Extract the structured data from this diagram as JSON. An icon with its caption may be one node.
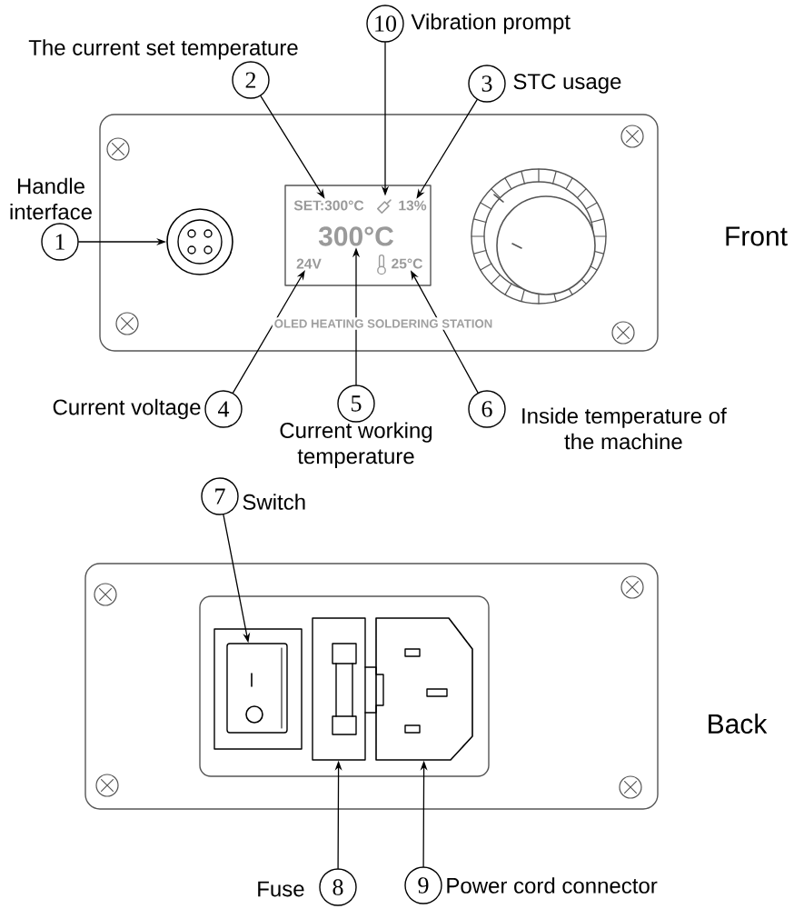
{
  "diagram": {
    "nodes": [
      {
        "text": [
          "10"
        ],
        "beside": [
          "Vibration prompt"
        ]
      },
      {
        "text": [
          "2"
        ],
        "beside": [
          "The current set temperature"
        ]
      },
      {
        "text": [
          "3"
        ],
        "beside": [
          "STC usage"
        ]
      },
      {
        "text": [
          "OLED HEATING SOLDERING STATION"
        ],
        "beside": [
          "Front"
        ]
      },
      {
        "text": [],
        "shape": "circle",
        "in": 3
      },
      {
        "text": [],
        "shape": "box",
        "in": 3
      },
      {
        "text": [
          "SET:300°C"
        ],
        "in": 5
      },
      {
        "text": [],
        "shape": "picture",
        "in": 5
      },
      {
        "text": [
          "13%"
        ],
        "in": 5
      },
      {
        "text": [
          "300°C"
        ],
        "in": 5
      },
      {
        "text": [
          "24V"
        ],
        "in": 5
      },
      {
        "text": [
          "25°C"
        ],
        "in": 5
      },
      {
        "text": [
          "1"
        ],
        "beside": [
          "Handle interface"
        ]
      },
      {
        "text": [
          "4"
        ],
        "beside": [
          "Current voltage"
        ]
      },
      {
        "text": [
          "5"
        ],
        "beside": [
          "Current working temperature"
        ]
      },
      {
        "text": [
          "6"
        ],
        "beside": [
          "Inside temperature of the machine"
        ]
      },
      {
        "text": [
          "7"
        ],
        "beside": [
          "Switch"
        ]
      },
      {
        "text": [],
        "shape": "box",
        "beside": [
          "Back"
        ]
      },
      {
        "text": [],
        "shape": "box",
        "in": 17
      },
      {
        "text": [],
        "shape": "box",
        "in": 18
      },
      {
        "text": [],
        "shape": "box",
        "in": 18
      },
      {
        "text": [],
        "shape": "picture",
        "in": 18
      },
      {
        "text": [
          "8"
        ],
        "beside": [
          "Fuse"
        ]
      },
      {
        "text": [
          "9"
        ],
        "beside": [
          "Power cord connector"
        ]
      }
    ],
    "edges": [
      {
        "from": 0,
        "to": 7,
        "arrow": "to"
      },
      {
        "from": 1,
        "to": 6,
        "arrow": "to"
      },
      {
        "from": 2,
        "to": 8,
        "arrow": "to"
      },
      {
        "from": 12,
        "to": 4,
        "arrow": "to"
      },
      {
        "from": 13,
        "to": 10,
        "arrow": "to"
      },
      {
        "from": 14,
        "to": 9,
        "arrow": "to"
      },
      {
        "from": 15,
        "to": 11,
        "arrow": "to"
      },
      {
        "from": 16,
        "to": 19,
        "arrow": "to"
      },
      {
        "from": 22,
        "to": 20,
        "arrow": "to"
      },
      {
        "from": 23,
        "to": 21,
        "arrow": "to"
      }
    ]
  }
}
